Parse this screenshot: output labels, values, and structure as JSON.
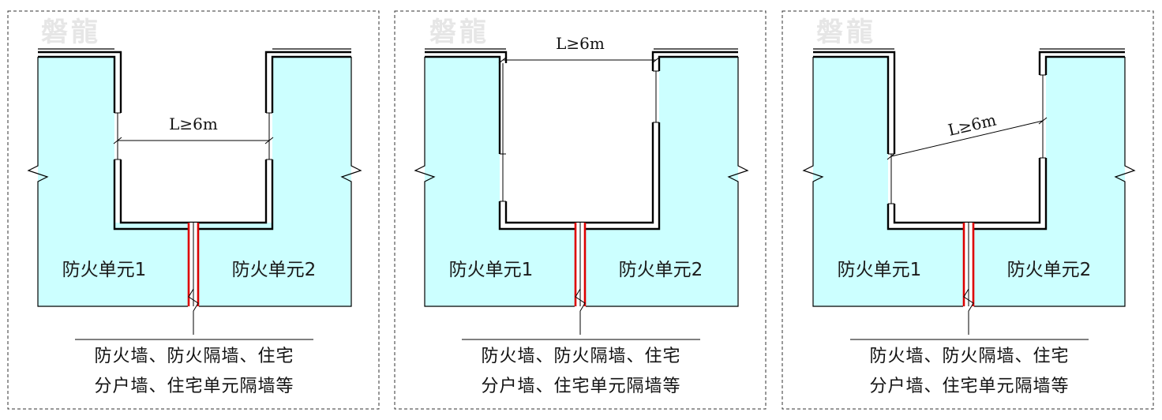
{
  "colors": {
    "compartment_fill": "#ccffff",
    "wall_line": "#000000",
    "firewall_red": "#dd0000",
    "frame_dash": "#333333",
    "watermark": "#e6e6e6"
  },
  "panels": [
    {
      "watermark": "磐龍",
      "dimension_label": "L≥6m",
      "unit1_label": "防火单元1",
      "unit2_label": "防火单元2",
      "note_line1": "防火墙、防火隔墙、住宅",
      "note_line2": "分户墙、住宅单元隔墙等"
    },
    {
      "watermark": "磐龍",
      "dimension_label": "L≥6m",
      "unit1_label": "防火单元1",
      "unit2_label": "防火单元2",
      "note_line1": "防火墙、防火隔墙、住宅",
      "note_line2": "分户墙、住宅单元隔墙等"
    },
    {
      "watermark": "磐龍",
      "dimension_label": "L≥6m",
      "unit1_label": "防火单元1",
      "unit2_label": "防火单元2",
      "note_line1": "防火墙、防火隔墙、住宅",
      "note_line2": "分户墙、住宅单元隔墙等"
    }
  ]
}
